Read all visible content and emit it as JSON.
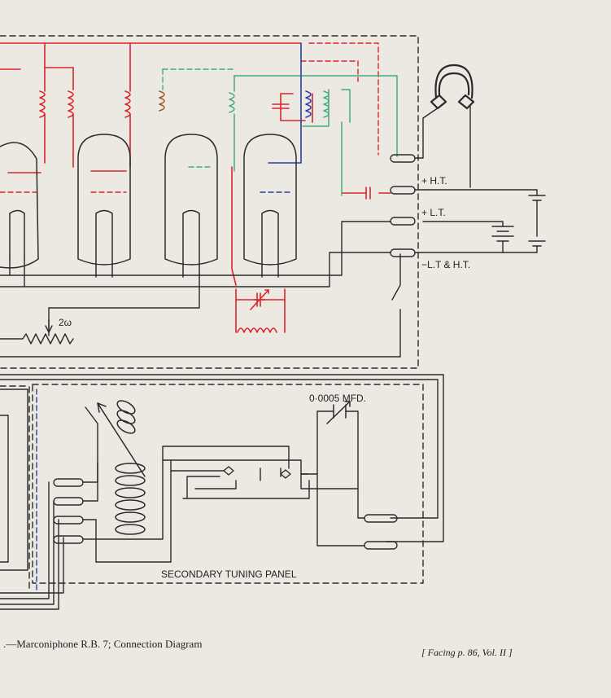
{
  "labels": {
    "ht_plus": "+ H.T.",
    "lt_plus": "+ L.T.",
    "lt_ht_minus": "−L.T & H.T.",
    "rheostat": "2ω",
    "capacitor": "0·0005 MFD.",
    "panel": "SECONDARY TUNING PANEL"
  },
  "caption": ".—Marconiphone R.B. 7; Connection Diagram",
  "facing": "[ Facing p. 86, Vol. II ]",
  "colors": {
    "paper": "#ece9e2",
    "ink": "#2a2a2a",
    "red": "#d8252b",
    "blue": "#2b3ea6",
    "green": "#3fae7a"
  }
}
